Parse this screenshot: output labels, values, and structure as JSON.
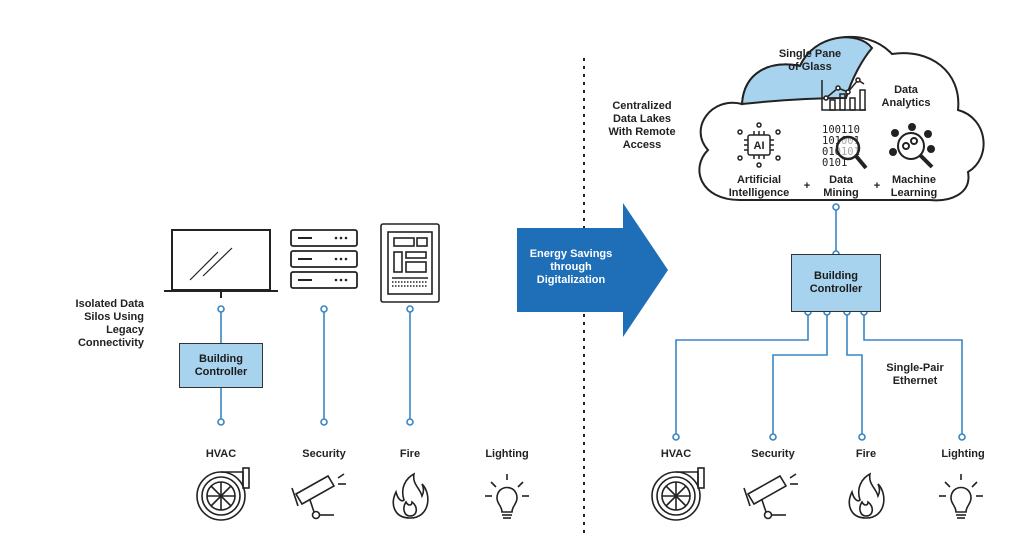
{
  "left": {
    "silos_label": "Isolated Data Silos Using Legacy Connectivity",
    "controller_label": "Building Controller",
    "devices": [
      "HVAC",
      "Security",
      "Fire",
      "Lighting"
    ]
  },
  "arrow": {
    "label": "Energy Savings through Digitalization",
    "color": "#1f6fb8"
  },
  "right": {
    "data_lakes_label": "Centralized Data Lakes With Remote Access",
    "cloud": {
      "pane_label": "Single Pane of Glass",
      "analytics_label": "Data Analytics",
      "ai_label": "Artificial Intelligence",
      "ai_chip_text": "AI",
      "mining_label": "Data Mining",
      "mining_digits": [
        "100110",
        "101001",
        "010101",
        "0101"
      ],
      "ml_label": "Machine Learning",
      "plus": "+"
    },
    "controller_label": "Building Controller",
    "spe_label": "Single-Pair Ethernet",
    "devices": [
      "HVAC",
      "Security",
      "Fire",
      "Lighting"
    ]
  },
  "colors": {
    "accent_blue": "#1f6fb8",
    "light_blue": "#a8d3ee",
    "line_blue": "#3a86c5"
  }
}
